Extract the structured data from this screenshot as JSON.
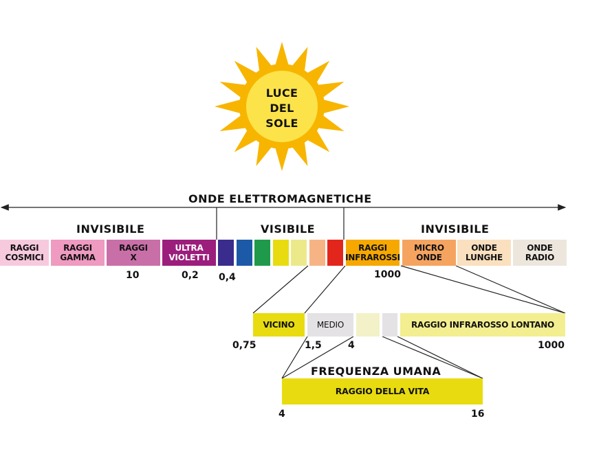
{
  "sun": {
    "lines": [
      "LUCE",
      "DEL",
      "SOLE"
    ]
  },
  "spectrum": {
    "title": "ONDE ELETTROMAGNETICHE",
    "invisible_left": "INVISIBILE",
    "visible": "VISIBILE",
    "invisible_right": "INVISIBILE",
    "bands": [
      {
        "label": "RAGGI\nCOSMICI",
        "color": "#f7c9dd"
      },
      {
        "label": "RAGGI\nGAMMA",
        "color": "#ef9ac0"
      },
      {
        "label": "RAGGI\nX",
        "color": "#c96fa8"
      },
      {
        "label": "ULTRA\nVIOLETTI",
        "color": "#9b1e7c"
      },
      {
        "label": "",
        "color": "#3a2c8c"
      },
      {
        "label": "",
        "color": "#1c5aa8"
      },
      {
        "label": "",
        "color": "#1f9a4a"
      },
      {
        "label": "",
        "color": "#e8dc10"
      },
      {
        "label": "",
        "color": "#ece98a"
      },
      {
        "label": "",
        "color": "#f6b484"
      },
      {
        "label": "",
        "color": "#e3261b"
      },
      {
        "label": "RAGGI\nINFRAROSSI",
        "color": "#f6a800"
      },
      {
        "label": "MICRO\nONDE",
        "color": "#f5a460"
      },
      {
        "label": "ONDE\nLUNGHE",
        "color": "#fae0bf"
      },
      {
        "label": "ONDE\nRADIO",
        "color": "#ede6dd"
      }
    ],
    "numbers": [
      "10",
      "0,2",
      "0,4",
      "1000"
    ]
  },
  "infrared": {
    "cells": [
      {
        "label": "VICINO",
        "color": "#e8dc10"
      },
      {
        "label": "MEDIO",
        "color": "#e4e2e4"
      },
      {
        "label": "",
        "color": "#f3f1c8"
      },
      {
        "label": "",
        "color": "#e4e2e4"
      },
      {
        "label": "RAGGIO INFRAROSSO LONTANO",
        "color": "#f3ee90"
      }
    ],
    "numbers": [
      "0,75",
      "1,5",
      "4",
      "1000"
    ]
  },
  "human": {
    "title": "FREQUENZA UMANA",
    "bar_label": "RAGGIO DELLA VITA",
    "bar_color": "#e8dc10",
    "numbers": [
      "4",
      "16"
    ]
  },
  "colors": {
    "sun_outer": "#f7b500",
    "sun_inner": "#fde34a"
  }
}
